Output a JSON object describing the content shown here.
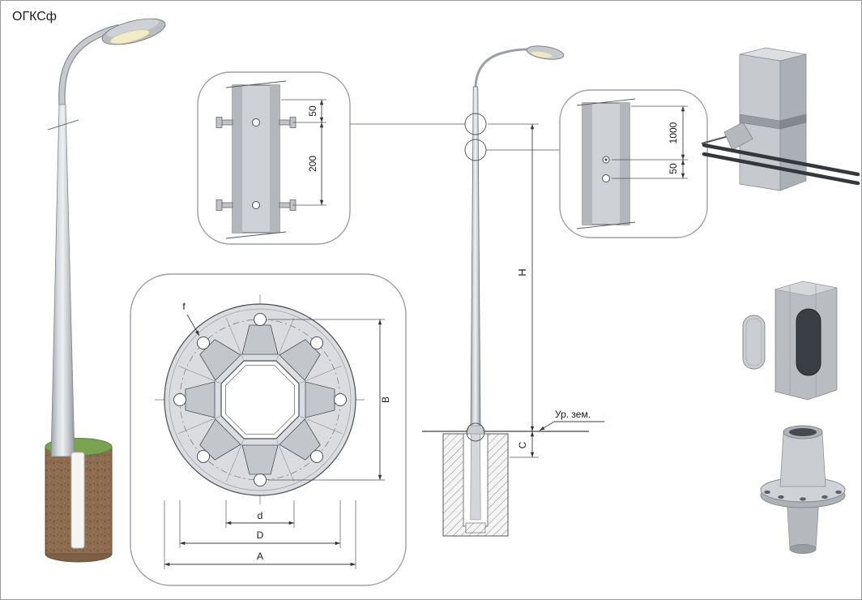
{
  "title": "ОГКСф",
  "detail_top": {
    "dim_edge": "50",
    "dim_spacing": "200"
  },
  "detail_right": {
    "dim_height": "1000",
    "dim_gap": "50"
  },
  "elevation": {
    "height_label": "H",
    "embed_label": "C",
    "ground_label": "Ур. зем."
  },
  "flange": {
    "hole_label": "f",
    "height_label": "B",
    "inner_label": "d",
    "bolt_circle_label": "D",
    "outer_label": "A"
  },
  "colors": {
    "pole": "#c9ccd0",
    "outline": "#55595e",
    "earth": "#8d6c4f",
    "grass": "#79a351",
    "callout_stroke": "#9aa0a6",
    "cable": "#33383d"
  }
}
